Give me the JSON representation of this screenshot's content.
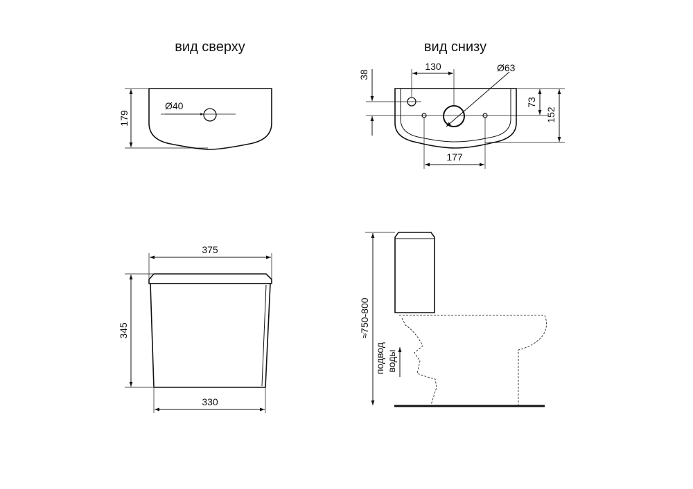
{
  "views": {
    "top_title": "вид сверху",
    "bottom_title": "вид снизу"
  },
  "dimensions": {
    "top_view_depth": "179",
    "top_view_hole": "Ø40",
    "bottom_offset": "38",
    "bottom_spacing": "130",
    "bottom_outlet": "Ø63",
    "bottom_depth_inner": "73",
    "bottom_depth_total": "152",
    "bottom_bolt_spacing": "177",
    "front_width_top": "375",
    "front_height": "345",
    "front_width_bottom": "330",
    "install_height": "≈750-800",
    "water_supply_line1": "подвод",
    "water_supply_line2": "воды"
  }
}
